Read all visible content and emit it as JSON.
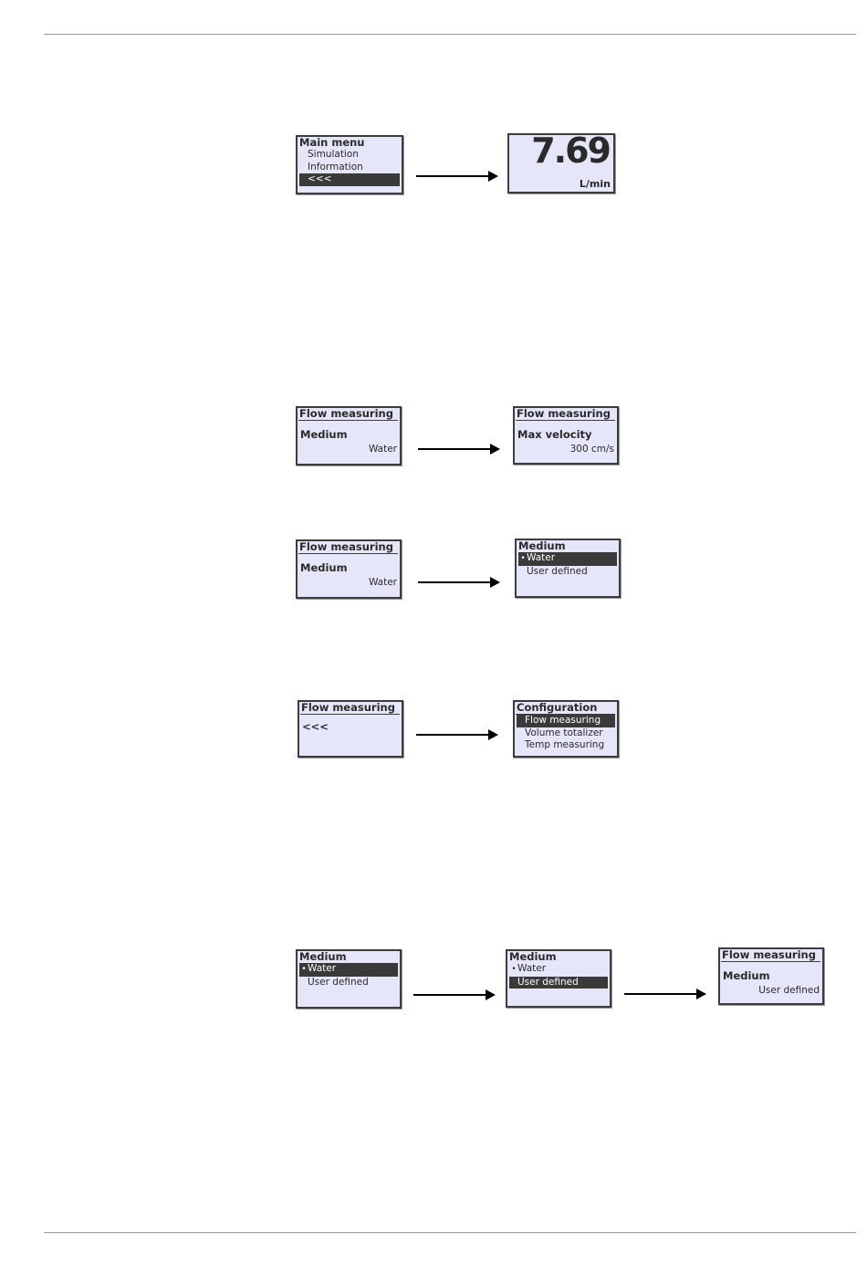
{
  "main_menu": {
    "title": "Main menu",
    "items": [
      "Simulation",
      "Information",
      "<<<"
    ]
  },
  "reading": {
    "value": "7.69",
    "unit": "L/min"
  },
  "flow_medium": {
    "title": "Flow measuring",
    "param": "Medium",
    "value": "Water"
  },
  "flow_velocity": {
    "title": "Flow measuring",
    "param": "Max velocity",
    "value": "300 cm/s"
  },
  "medium_select": {
    "title": "Medium",
    "options": [
      "Water",
      "User defined"
    ]
  },
  "flow_back": {
    "title": "Flow measuring",
    "param": "<<<"
  },
  "configuration": {
    "title": "Configuration",
    "items": [
      "Flow measuring",
      "Volume totalizer",
      "Temp measuring"
    ]
  },
  "flow_user": {
    "title": "Flow measuring",
    "param": "Medium",
    "value": "User defined"
  },
  "bullet_symbol": "•"
}
